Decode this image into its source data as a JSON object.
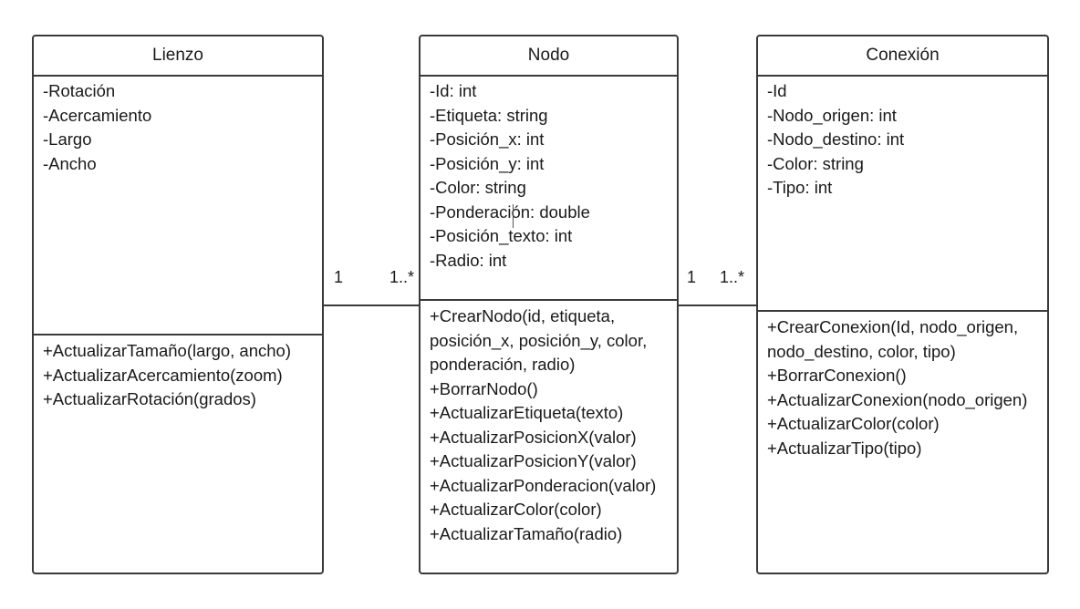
{
  "classes": {
    "lienzo": {
      "name": "Lienzo",
      "attributes": [
        "-Rotación",
        "-Acercamiento",
        "-Largo",
        "-Ancho"
      ],
      "methods": [
        "+ActualizarTamaño(largo, ancho)",
        "+ActualizarAcercamiento(zoom)",
        "+ActualizarRotación(grados)"
      ]
    },
    "nodo": {
      "name": "Nodo",
      "attributes": [
        "-Id: int",
        "-Etiqueta: string",
        "-Posición_x: int",
        "-Posición_y: int",
        "-Color: string",
        "-Ponderación: double",
        "-Posición_texto: int",
        "-Radio: int"
      ],
      "methods": [
        "+CrearNodo(id, etiqueta,",
        "posición_x, posición_y, color,",
        "ponderación, radio)",
        "+BorrarNodo()",
        "+ActualizarEtiqueta(texto)",
        "+ActualizarPosicionX(valor)",
        "+ActualizarPosicionY(valor)",
        "+ActualizarPonderacion(valor)",
        "+ActualizarColor(color)",
        "+ActualizarTamaño(radio)"
      ]
    },
    "conexion": {
      "name": "Conexión",
      "attributes": [
        "-Id",
        "-Nodo_origen: int",
        "-Nodo_destino: int",
        "-Color: string",
        "-Tipo: int"
      ],
      "methods": [
        "+CrearConexion(Id, nodo_origen,",
        "nodo_destino, color, tipo)",
        "+BorrarConexion()",
        "+ActualizarConexion(nodo_origen)",
        "+ActualizarColor(color)",
        "+ActualizarTipo(tipo)"
      ]
    }
  },
  "associations": {
    "lienzo_nodo": {
      "source_mult": "1",
      "target_mult": "1..*"
    },
    "nodo_conexion": {
      "source_mult": "1",
      "target_mult": "1..*"
    }
  }
}
